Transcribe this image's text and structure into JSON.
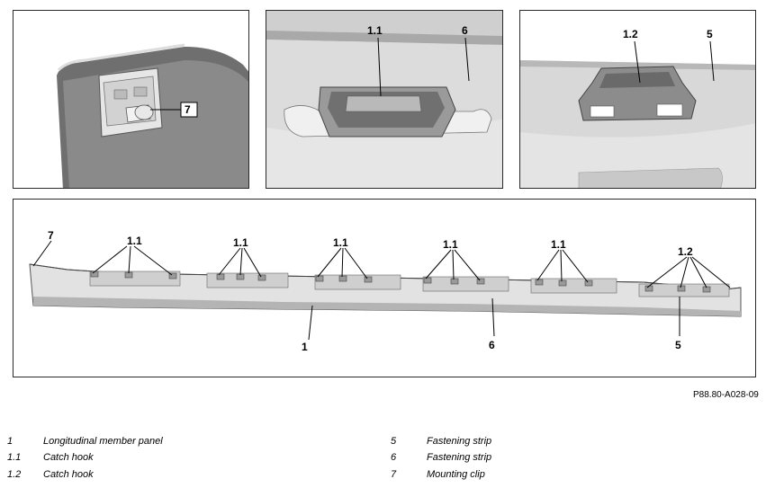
{
  "callouts": {
    "mounting_clip": "7",
    "catch_hook_1": "1.1",
    "catch_hook_2": "1.2",
    "fastening_strip_6": "6",
    "fastening_strip_5": "5",
    "longitudinal_member_panel": "1"
  },
  "figure_code": "P88.80-A028-09",
  "legend": [
    {
      "num": "1",
      "text": "Longitudinal member panel"
    },
    {
      "num": "1.1",
      "text": "Catch hook"
    },
    {
      "num": "1.2",
      "text": "Catch hook"
    },
    {
      "num": "5",
      "text": "Fastening strip"
    },
    {
      "num": "6",
      "text": "Fastening strip"
    },
    {
      "num": "7",
      "text": "Mounting clip"
    }
  ]
}
